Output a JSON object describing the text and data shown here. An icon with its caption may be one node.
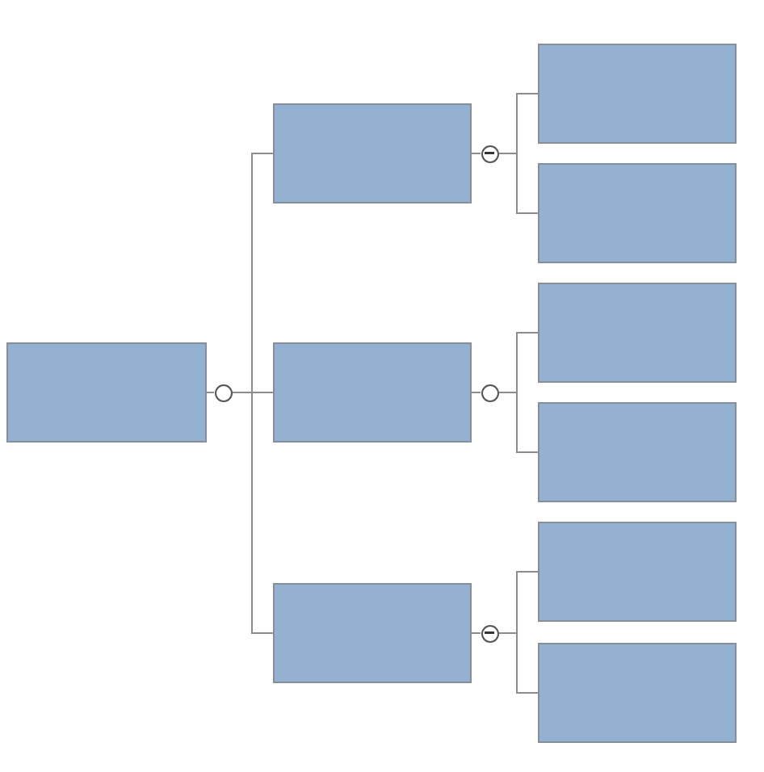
{
  "diagram": {
    "nodes": [
      {
        "text": [],
        "shape": "box"
      },
      {
        "text": [],
        "shape": "circle"
      },
      {
        "text": [],
        "shape": "box"
      },
      {
        "text": [],
        "shape": "box"
      },
      {
        "text": [],
        "shape": "box"
      },
      {
        "text": [],
        "shape": "circle"
      },
      {
        "text": [],
        "shape": "circle"
      },
      {
        "text": [],
        "shape": "circle"
      },
      {
        "text": [],
        "shape": "box"
      },
      {
        "text": [],
        "shape": "box"
      },
      {
        "text": [],
        "shape": "box"
      },
      {
        "text": [],
        "shape": "box"
      },
      {
        "text": [],
        "shape": "box"
      },
      {
        "text": [],
        "shape": "box"
      }
    ],
    "edges": [
      {
        "from": 0,
        "to": 1,
        "arrow": "none"
      },
      {
        "from": 1,
        "to": 2,
        "arrow": "none"
      },
      {
        "from": 1,
        "to": 3,
        "arrow": "none"
      },
      {
        "from": 1,
        "to": 4,
        "arrow": "none"
      },
      {
        "from": 2,
        "to": 5,
        "arrow": "none"
      },
      {
        "from": 3,
        "to": 6,
        "arrow": "none"
      },
      {
        "from": 4,
        "to": 7,
        "arrow": "none"
      },
      {
        "from": 5,
        "to": 8,
        "arrow": "none"
      },
      {
        "from": 5,
        "to": 9,
        "arrow": "none"
      },
      {
        "from": 6,
        "to": 10,
        "arrow": "none"
      },
      {
        "from": 6,
        "to": 11,
        "arrow": "none"
      },
      {
        "from": 7,
        "to": 12,
        "arrow": "none"
      },
      {
        "from": 7,
        "to": 13,
        "arrow": "none"
      }
    ]
  }
}
